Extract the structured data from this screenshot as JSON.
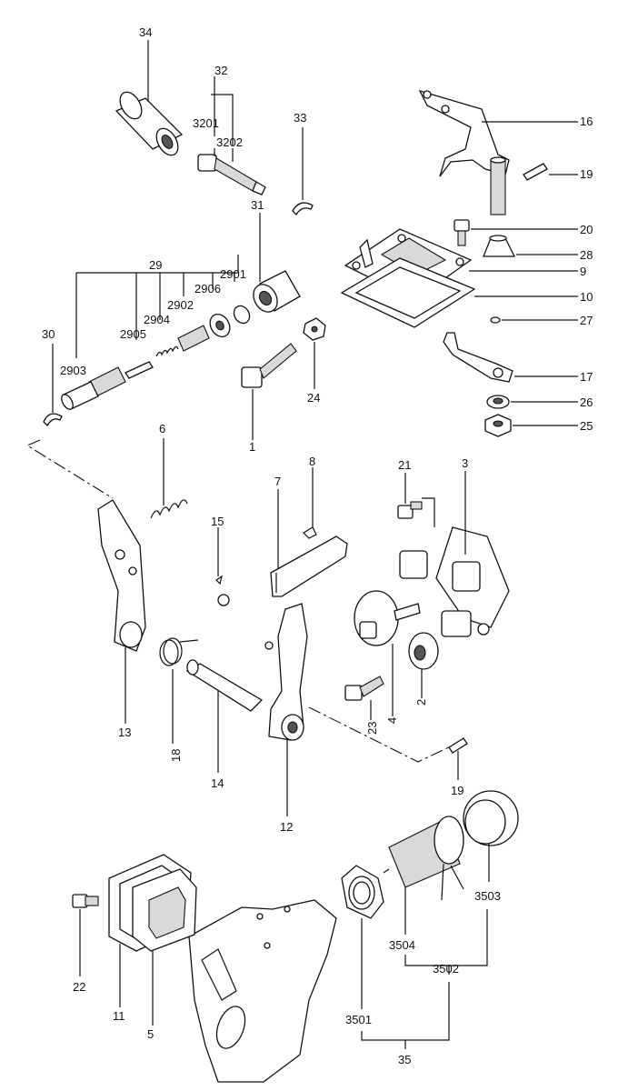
{
  "labels": {
    "p34": "34",
    "p32": "32",
    "p3201": "3201",
    "p3202": "3202",
    "p33": "33",
    "p16": "16",
    "p19a": "19",
    "p20": "20",
    "p28": "28",
    "p9": "9",
    "p10": "10",
    "p27": "27",
    "p17": "17",
    "p26": "26",
    "p25": "25",
    "p31": "31",
    "p29": "29",
    "p2901": "2901",
    "p2906": "2906",
    "p2902": "2902",
    "p2904": "2904",
    "p2905": "2905",
    "p2903": "2903",
    "p30": "30",
    "p24": "24",
    "p1": "1",
    "p6": "6",
    "p8": "8",
    "p7": "7",
    "p21": "21",
    "p3": "3",
    "p15": "15",
    "p13": "13",
    "p18": "18",
    "p14": "14",
    "p12": "12",
    "p23": "23",
    "p4": "4",
    "p2": "2",
    "p19b": "19",
    "p3503": "3503",
    "p3504": "3504",
    "p3502": "3502",
    "p3501": "3501",
    "p35": "35",
    "p22": "22",
    "p11": "11",
    "p5": "5"
  }
}
